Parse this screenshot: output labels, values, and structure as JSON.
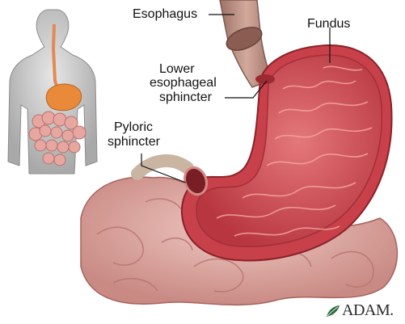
{
  "labels": {
    "esophagus": "Esophagus",
    "fundus": "Fundus",
    "lower_line1": "Lower",
    "lower_line2": "esophageal",
    "lower_line3": "sphincter",
    "pyloric_line1": "Pyloric",
    "pyloric_line2": "sphincter"
  },
  "brand": {
    "text": "ADAM."
  },
  "colors": {
    "stomach_wall": "#c8404a",
    "stomach_interior": "#d65a5e",
    "intestine": "#d9a39c",
    "esophagus": "#b98e82",
    "body_gray": "#bdbdbd",
    "thumb_stomach": "#e98a3a"
  }
}
